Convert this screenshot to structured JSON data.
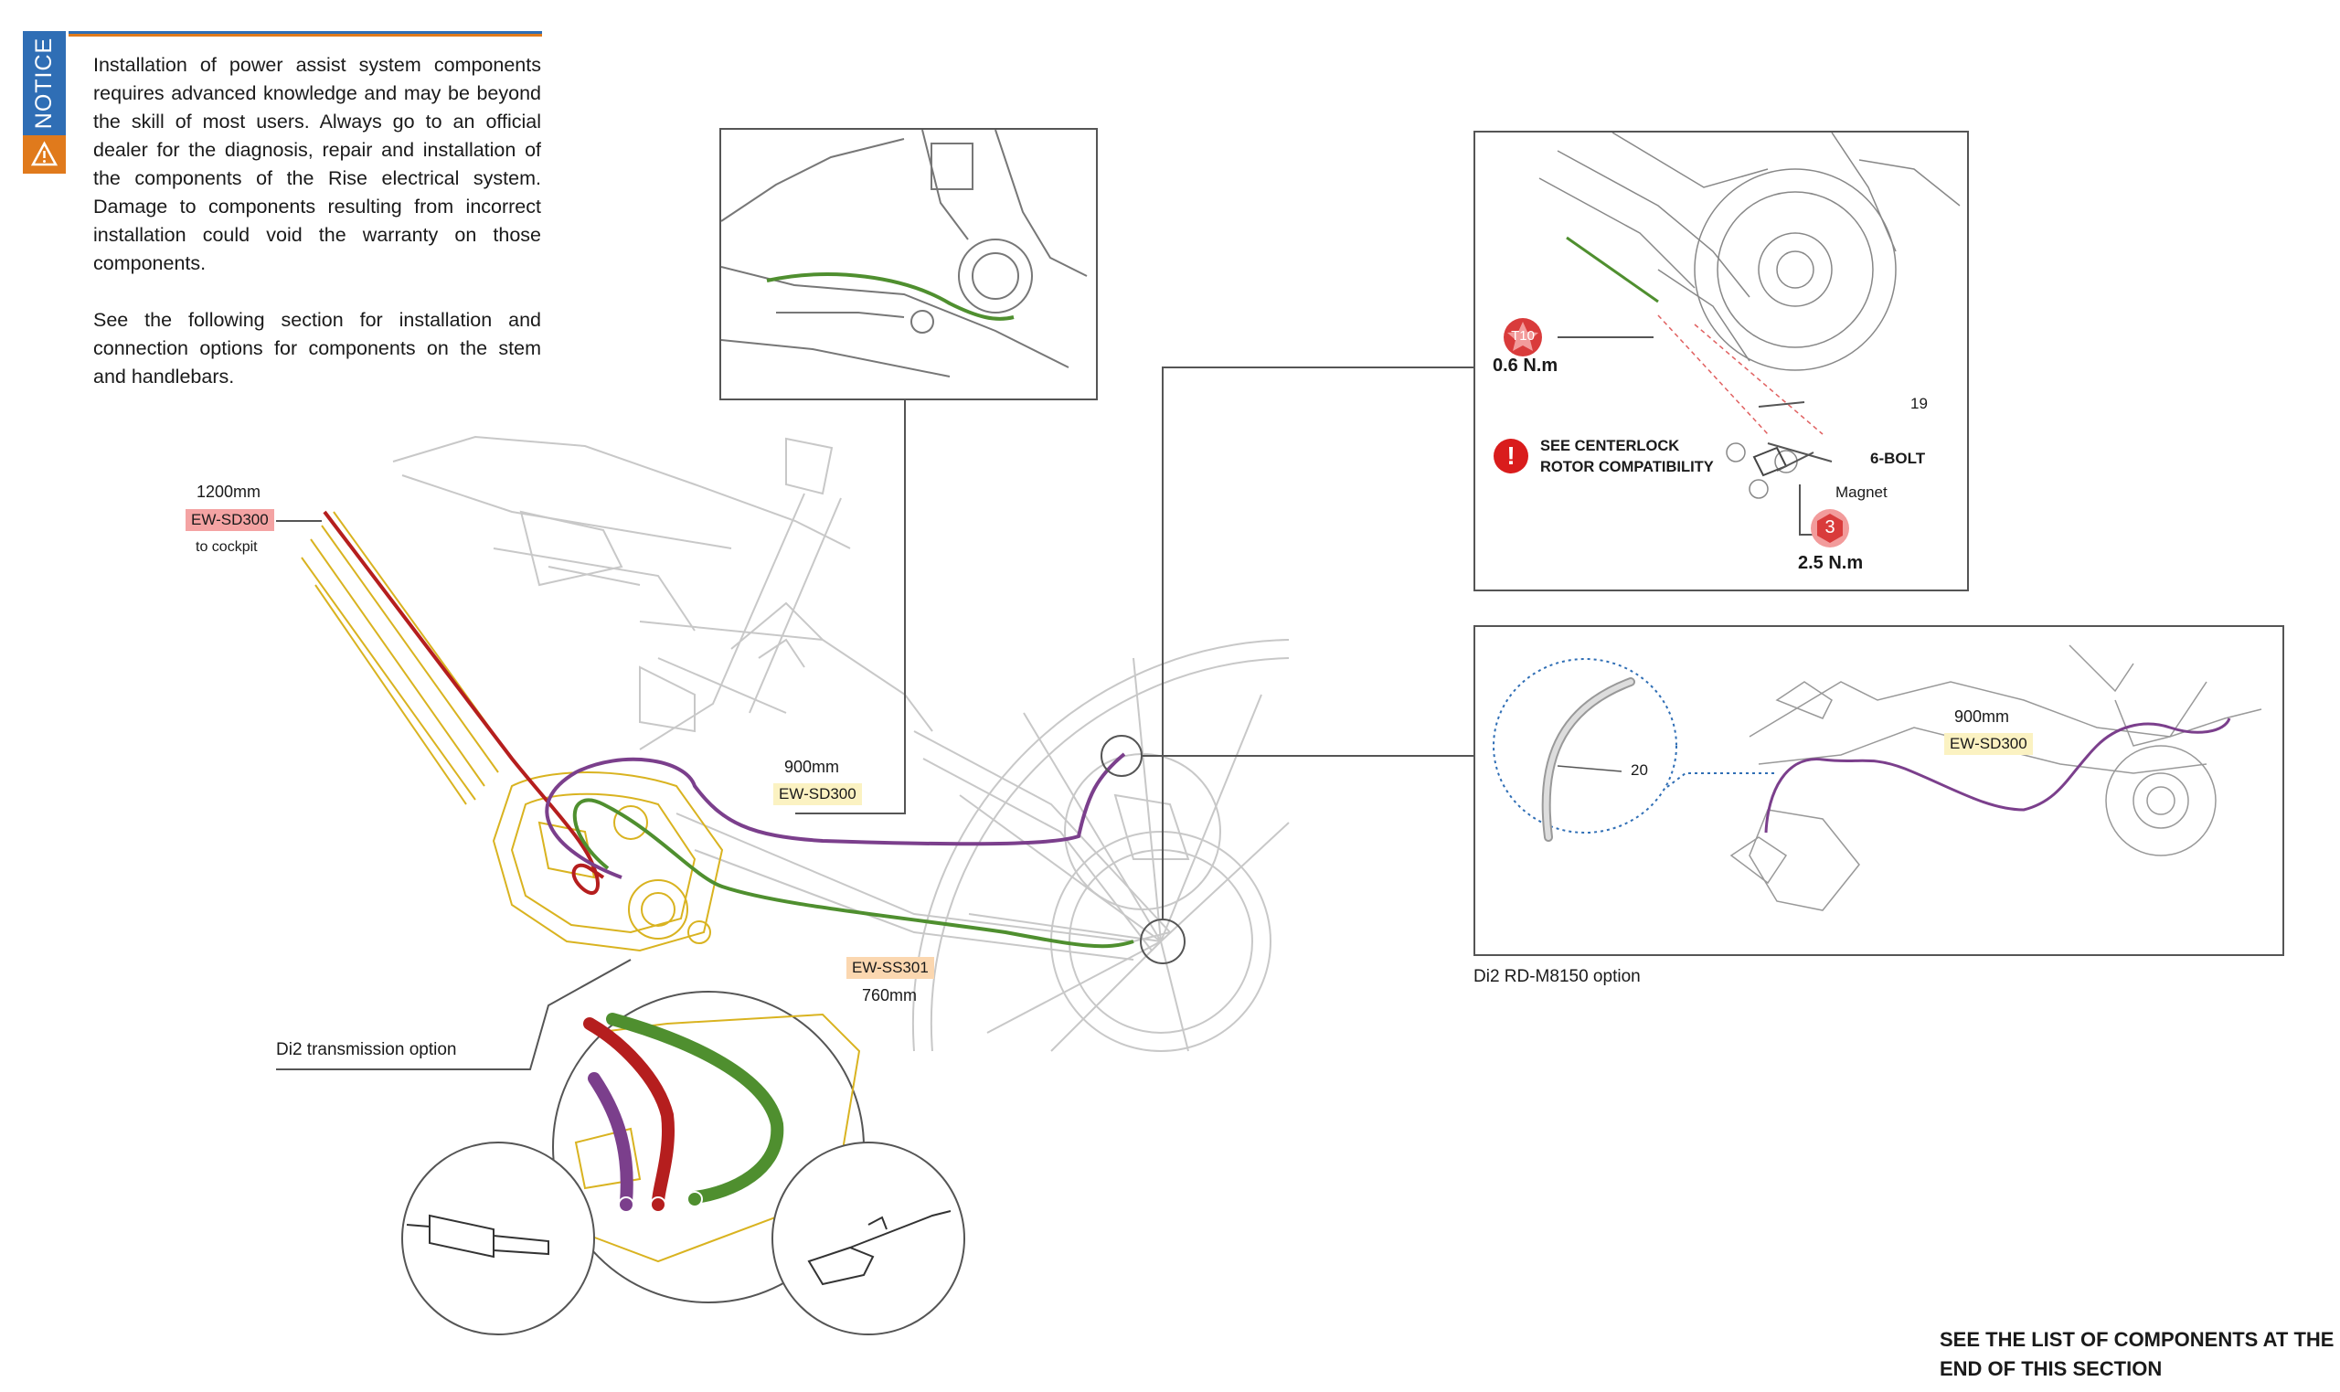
{
  "notice": {
    "label": "NOTICE",
    "warning_icon": "warning-triangle-icon",
    "paragraph1": "Installation of power assist system components requires advanced knowledge and may be beyond the skill of most users. Always go to an official dealer for the diagnosis, repair and installation of the components of the Rise electrical system. Damage to components resulting from incorrect installation could void the warranty on those components.",
    "paragraph2": "See the following section for installation and connection options for components on the stem and handlebars."
  },
  "colors": {
    "notice_blue": "#2f6eb5",
    "notice_orange": "#e07a1c",
    "cable_red": "#b51e1e",
    "cable_purple": "#7b3f8c",
    "cable_green": "#4f8f2f",
    "motor_yellow": "#d9b320"
  },
  "cables": {
    "cockpit": {
      "length": "1200mm",
      "code": "EW-SD300",
      "note": "to cockpit"
    },
    "rear_derailleur": {
      "length": "900mm",
      "code": "EW-SD300"
    },
    "sensor": {
      "code": "EW-SS301",
      "length": "760mm"
    }
  },
  "detail_rotor": {
    "torque_t10": "T10",
    "torque_t10_value": "0.6 N.m",
    "alert_icon": "exclamation-icon",
    "alert_line1": "SEE CENTERLOCK",
    "alert_line2": "ROTOR COMPATIBILITY",
    "callout_number": "19",
    "bolt_label": "6-BOLT",
    "magnet_label": "Magnet",
    "torque_3": "3",
    "torque_3_value": "2.5 N.m"
  },
  "detail_rd": {
    "length": "900mm",
    "code": "EW-SD300",
    "callout_number": "20",
    "caption": "Di2 RD-M8150 option"
  },
  "transmission": {
    "caption": "Di2 transmission option"
  },
  "footer": {
    "line1": "SEE THE LIST OF COMPONENTS AT THE",
    "line2": "END OF THIS SECTION"
  }
}
